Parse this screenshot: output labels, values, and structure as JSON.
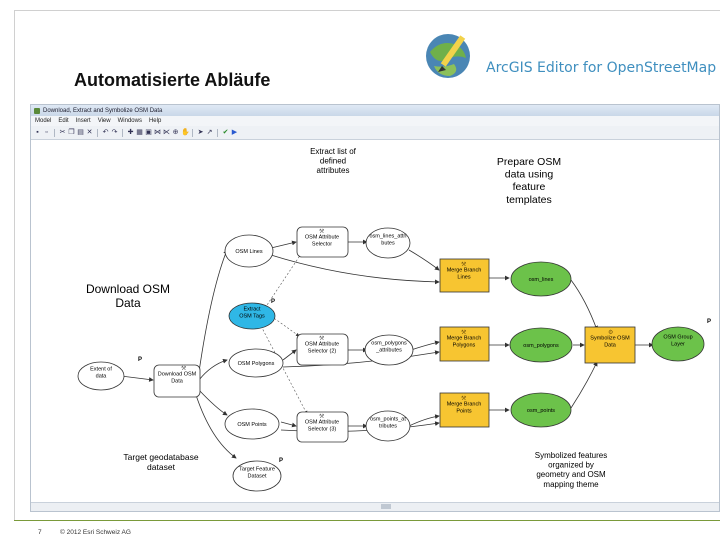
{
  "slide": {
    "title": "Automatisierte Abläufe",
    "brand_text": "ArcGIS Editor for OpenStreetMap",
    "footer_page": "7",
    "footer_copyright": "© 2012 Esri Schweiz AG"
  },
  "window": {
    "title": "Download, Extract and Symbolize OSM Data",
    "menu": [
      "Model",
      "Edit",
      "Insert",
      "View",
      "Windows",
      "Help"
    ]
  },
  "annotations": {
    "extract_list": "Extract list of\ndefined\nattributes",
    "prepare": "Prepare OSM\ndata using\nfeature\ntemplates",
    "download": "Download OSM\nData",
    "target": "Target geodatabase\ndataset",
    "symbolized": "Symbolized features\norganized by\ngeometry and OSM\nmapping theme"
  },
  "nodes": {
    "extent": "Extent of\ndata",
    "download_tool": "Download OSM\nData",
    "osm_lines": "OSM Lines",
    "osm_polygons": "OSM Polygons",
    "osm_points": "OSM Points",
    "extract_tags": "Extract\nOSM Tags",
    "target_feature": "Target Feature\nDataset",
    "attr_sel_1": "OSM Attribute\nSelector",
    "attr_sel_2": "OSM Attribute\nSelector (2)",
    "attr_sel_3": "OSM Attribute\nSelector (3)",
    "lines_attr": "osm_lines_attri\nbutes",
    "polygons_attr": "osm_polygons\n_attributes",
    "points_attr": "osm_points_at\ntributes",
    "merge_lines": "Merge Branch\nLines",
    "merge_polygons": "Merge Branch\nPolygons",
    "merge_points": "Merge Branch\nPoints",
    "out_lines": "osm_lines",
    "out_polygons": "osm_polygons",
    "out_points": "osm_points",
    "symbolize": "Symbolize OSM\nData",
    "group_layer": "OSM Group\nLayer",
    "p_marker": "P"
  },
  "colors": {
    "tool_fill": "#f7c531",
    "output_fill": "#6cc24a",
    "param_fill": "#2fb7e6",
    "brand_blue": "#3f8fbf"
  }
}
